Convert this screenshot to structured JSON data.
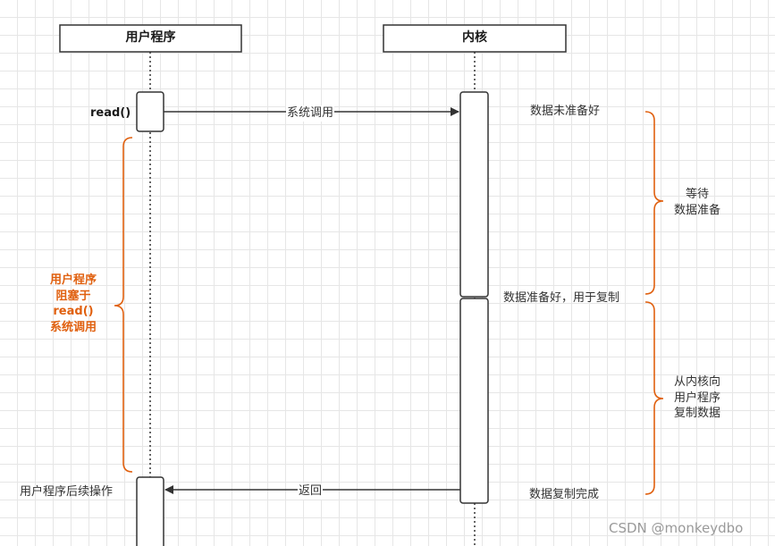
{
  "participants": {
    "user_program": "用户程序",
    "kernel": "内核"
  },
  "labels": {
    "read_call": "read()",
    "syscall_arrow": "系统调用",
    "return_arrow": "返回",
    "user_after_ops": "用户程序后续操作",
    "data_not_ready": "数据未准备好",
    "data_ready_copy": "数据准备好，用于复制",
    "copy_complete": "数据复制完成"
  },
  "brace_wait": [
    "等待",
    "数据准备"
  ],
  "brace_copy": [
    "从内核向",
    "用户程序",
    "复制数据"
  ],
  "brace_blocked": [
    "用户程序",
    "阻塞于",
    "read()",
    "系统调用"
  ],
  "watermark": "CSDN @monkeydbo",
  "colors": {
    "line": "#333333",
    "accent": "#e0600f"
  }
}
